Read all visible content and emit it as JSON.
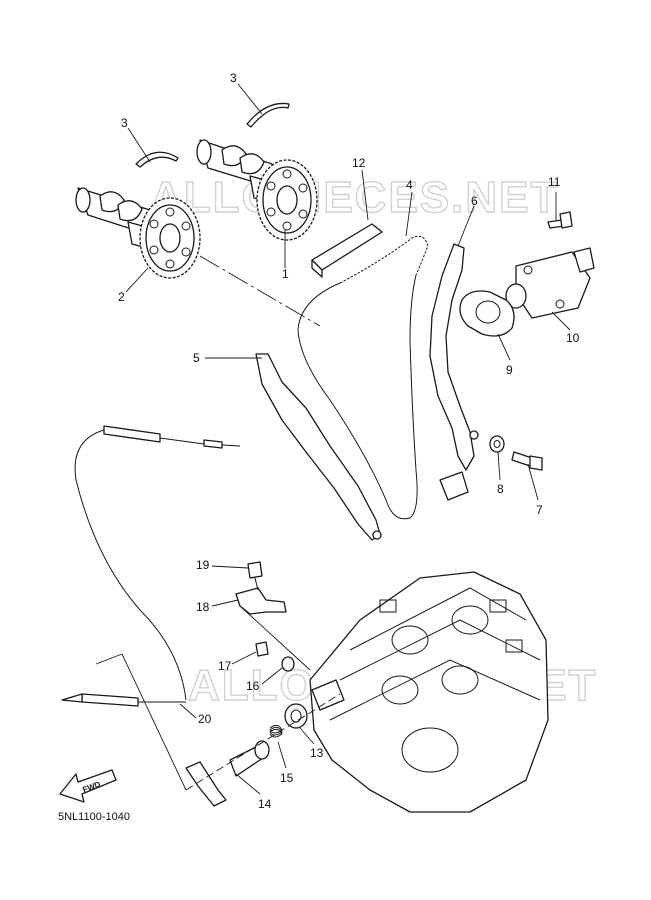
{
  "diagram": {
    "part_code": "5NL1100-1040",
    "fwd_label": "FWD",
    "watermark_top": "ALLOPIECES.NET",
    "watermark_bottom": "ALLOPIECES.NET",
    "callouts": [
      "1",
      "2",
      "3",
      "3",
      "4",
      "5",
      "6",
      "7",
      "8",
      "9",
      "10",
      "11",
      "12",
      "13",
      "14",
      "15",
      "16",
      "17",
      "18",
      "19",
      "20"
    ]
  },
  "colors": {
    "line": "#1a1a1a",
    "background": "#ffffff",
    "watermark": "#d2d2d2"
  }
}
